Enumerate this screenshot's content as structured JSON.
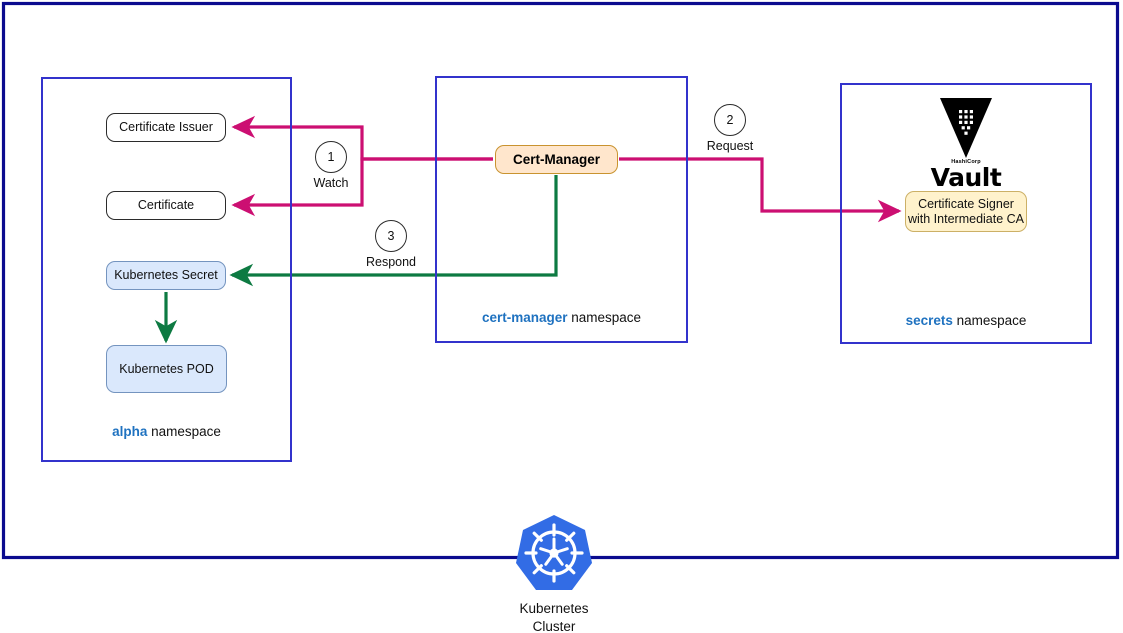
{
  "diagram": {
    "cluster": {
      "name_line1": "Kubernetes",
      "name_line2": "Cluster",
      "border_color": "#0b0b8f",
      "logo_color": "#326ce5"
    },
    "namespaces": [
      {
        "id": "alpha",
        "name": "alpha",
        "suffix": " namespace",
        "border_color": "#3333cc"
      },
      {
        "id": "cert-manager",
        "name": "cert-manager",
        "suffix": " namespace",
        "border_color": "#3333cc"
      },
      {
        "id": "secrets",
        "name": "secrets",
        "suffix": " namespace",
        "border_color": "#3333cc"
      }
    ],
    "nodes": {
      "certificate_issuer": {
        "label": "Certificate Issuer",
        "fill": "#ffffff",
        "stroke": "#2b2b2b"
      },
      "certificate": {
        "label": "Certificate",
        "fill": "#ffffff",
        "stroke": "#2b2b2b"
      },
      "kubernetes_secret": {
        "label": "Kubernetes Secret",
        "fill": "#dae8fc",
        "stroke": "#7494bf"
      },
      "kubernetes_pod": {
        "label": "Kubernetes POD",
        "fill": "#dae8fc",
        "stroke": "#7494bf"
      },
      "cert_manager": {
        "label": "Cert-Manager",
        "fill": "#ffe6cc",
        "stroke": "#c9932f"
      },
      "certificate_signer": {
        "label_line1": "Certificate Signer",
        "label_line2": "with Intermediate CA",
        "fill": "#fff2cc",
        "stroke": "#ccb066"
      }
    },
    "vault": {
      "brand_small": "HashiCorp",
      "brand": "Vault",
      "color": "#000000"
    },
    "steps": [
      {
        "number": "1",
        "label": "Watch",
        "color": "#cc0f72"
      },
      {
        "number": "2",
        "label": "Request",
        "color": "#cc0f72"
      },
      {
        "number": "3",
        "label": "Respond",
        "color": "#0d7a42"
      }
    ],
    "flow_colors": {
      "watch_request": "#cc0f72",
      "respond": "#0d7a42"
    }
  }
}
